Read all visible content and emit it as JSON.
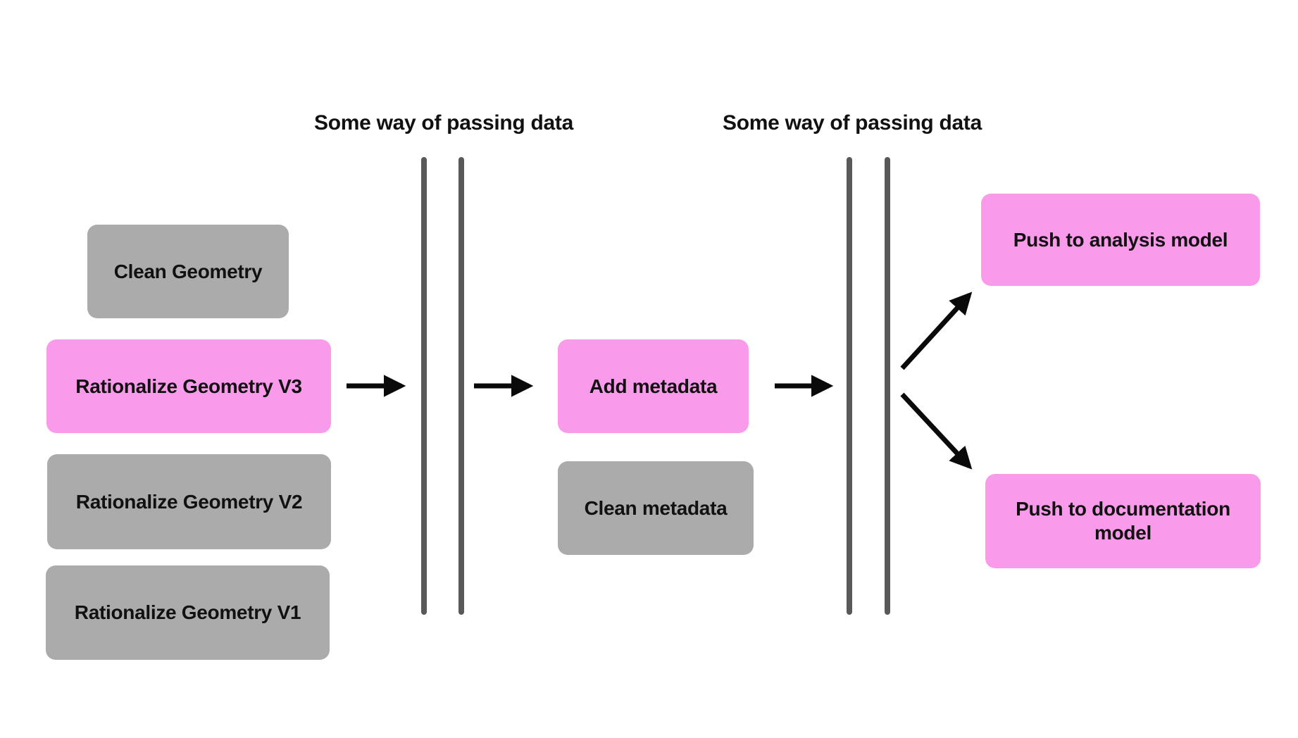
{
  "labels": {
    "pass_data_1": "Some way of passing data",
    "pass_data_2": "Some way of passing data"
  },
  "nodes": {
    "clean_geometry": {
      "label": "Clean Geometry",
      "color": "#ABABAB"
    },
    "rationalize_v3": {
      "label": "Rationalize Geometry V3",
      "color": "#FA9AEA"
    },
    "rationalize_v2": {
      "label": "Rationalize Geometry V2",
      "color": "#ABABAB"
    },
    "rationalize_v1": {
      "label": "Rationalize Geometry V1",
      "color": "#ABABAB"
    },
    "add_metadata": {
      "label": "Add metadata",
      "color": "#FA9AEA"
    },
    "clean_metadata": {
      "label": "Clean metadata",
      "color": "#ABABAB"
    },
    "push_analysis": {
      "label": "Push to analysis model",
      "color": "#FA9AEA"
    },
    "push_documentation": {
      "label": "Push to documentation model",
      "color": "#FA9AEA"
    }
  },
  "dividers": [
    {
      "name": "divider-1",
      "lines": 2,
      "label": "Some way of passing data"
    },
    {
      "name": "divider-2",
      "lines": 2,
      "label": "Some way of passing data"
    }
  ],
  "edges": [
    {
      "from": "rationalize_v3",
      "to": "divider_1",
      "type": "arrow"
    },
    {
      "from": "divider_1",
      "to": "add_metadata",
      "type": "arrow"
    },
    {
      "from": "add_metadata",
      "to": "divider_2",
      "type": "arrow"
    },
    {
      "from": "divider_2",
      "to": "push_analysis",
      "type": "arrow"
    },
    {
      "from": "divider_2",
      "to": "push_documentation",
      "type": "arrow"
    }
  ],
  "colors": {
    "pink": "#FA9AEA",
    "gray": "#ABABAB",
    "divider": "#595959",
    "arrow": "#0A0A0A",
    "text": "#111111",
    "background": "#FFFFFF"
  }
}
